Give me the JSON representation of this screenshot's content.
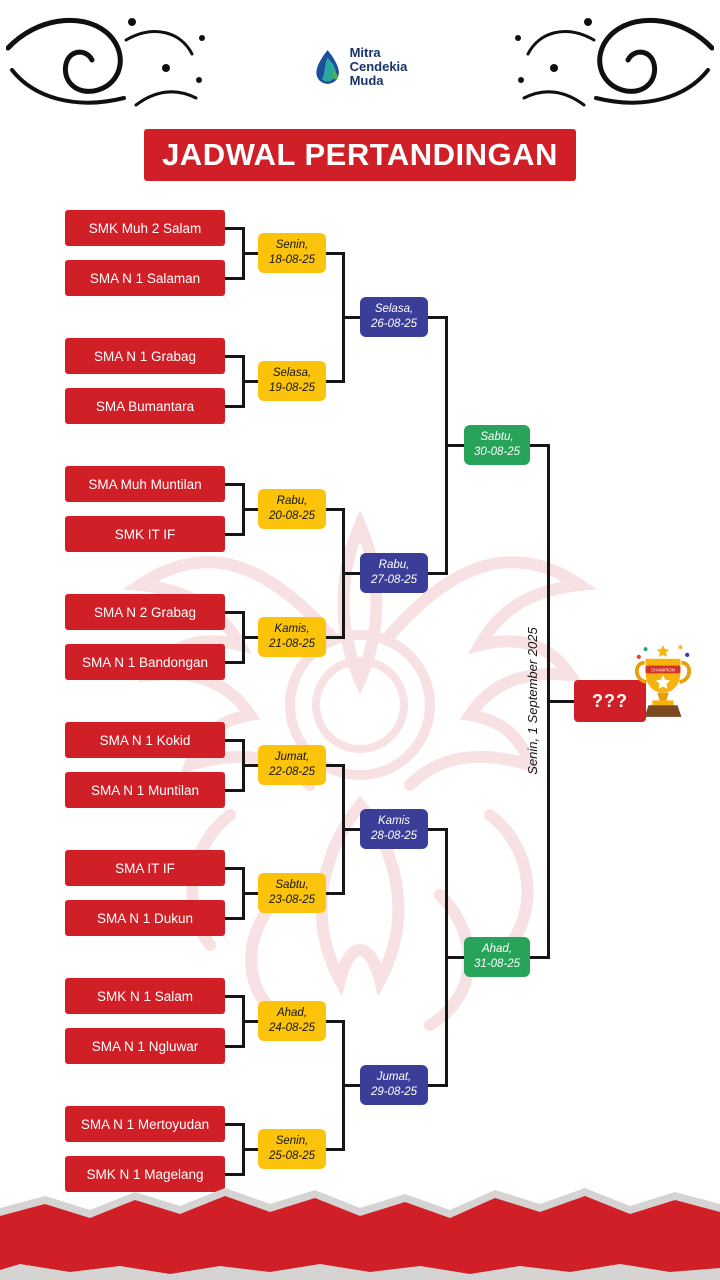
{
  "logo": {
    "name_lines": [
      "Mitra",
      "Cendekia",
      "Muda"
    ]
  },
  "title": "JADWAL PERTANDINGAN",
  "colors": {
    "red": "#d01f27",
    "yellow": "#fcc30b",
    "blue": "#3b3e99",
    "green": "#27a459",
    "navy": "#17356a"
  },
  "icons": {
    "logo": "droplet-swirl",
    "final_prize": "trophy",
    "corners": "ink-flourish",
    "background": "garuda-ornament-watermark"
  },
  "bracket": {
    "round1_matches": [
      {
        "team1": "SMK Muh 2 Salam",
        "team2": "SMA N 1 Salaman",
        "day": "Senin,",
        "date": "18-08-25"
      },
      {
        "team1": "SMA N 1 Grabag",
        "team2": "SMA Bumantara",
        "day": "Selasa,",
        "date": "19-08-25"
      },
      {
        "team1": "SMA Muh Muntilan",
        "team2": "SMK IT IF",
        "day": "Rabu,",
        "date": "20-08-25"
      },
      {
        "team1": "SMA N 2 Grabag",
        "team2": "SMA N 1 Bandongan",
        "day": "Kamis,",
        "date": "21-08-25"
      },
      {
        "team1": "SMA N 1 Kokid",
        "team2": "SMA N 1 Muntilan",
        "day": "Jumat,",
        "date": "22-08-25"
      },
      {
        "team1": "SMA IT IF",
        "team2": "SMA N 1 Dukun",
        "day": "Sabtu,",
        "date": "23-08-25"
      },
      {
        "team1": "SMK N 1 Salam",
        "team2": "SMA N 1 Ngluwar",
        "day": "Ahad,",
        "date": "24-08-25"
      },
      {
        "team1": "SMA N 1 Mertoyudan",
        "team2": "SMK N 1 Magelang",
        "day": "Senin,",
        "date": "25-08-25"
      }
    ],
    "round2": [
      {
        "day": "Selasa,",
        "date": "26-08-25"
      },
      {
        "day": "Rabu,",
        "date": "27-08-25"
      },
      {
        "day": "Kamis",
        "date": "28-08-25"
      },
      {
        "day": "Jumat,",
        "date": "29-08-25"
      }
    ],
    "semifinals": [
      {
        "day": "Sabtu,",
        "date": "30-08-25"
      },
      {
        "day": "Ahad,",
        "date": "31-08-25"
      }
    ],
    "final": {
      "placeholder": "???",
      "date_text": "Senin, 1 September 2025"
    }
  }
}
